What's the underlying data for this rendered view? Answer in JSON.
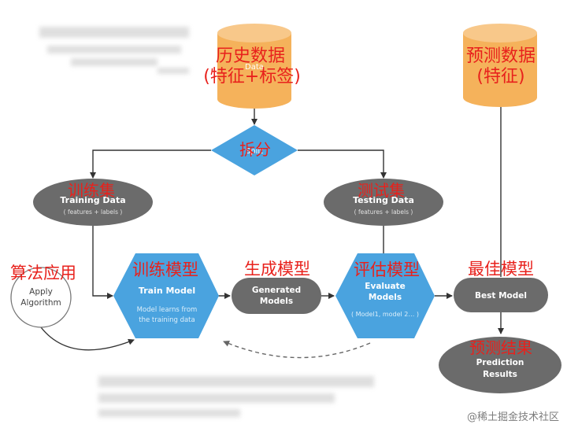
{
  "nodes": {
    "history_data": {
      "label": "Data",
      "annotation_line1": "历史数据",
      "annotation_line2": "(特征+标签)"
    },
    "predict_data": {
      "annotation_line1": "预测数据",
      "annotation_line2": "(特征)"
    },
    "split": {
      "label": "Split",
      "annotation": "拆分"
    },
    "training_data": {
      "title": "Training Data",
      "subtitle": "( features + labels )",
      "annotation": "训练集"
    },
    "testing_data": {
      "title": "Testing Data",
      "subtitle": "( features + labels )",
      "annotation": "测试集"
    },
    "apply_algorithm": {
      "line1": "Apply",
      "line2": "Algorithm",
      "annotation": "算法应用"
    },
    "train_model": {
      "title": "Train Model",
      "desc_line1": "Model learns from",
      "desc_line2": "the training data",
      "annotation": "训练模型"
    },
    "generated_models": {
      "line1": "Generated",
      "line2": "Models",
      "annotation": "生成模型"
    },
    "evaluate_models": {
      "line1": "Evaluate",
      "line2": "Models",
      "desc": "( Model1, model 2… )",
      "annotation": "评估模型"
    },
    "best_model": {
      "label": "Best Model",
      "annotation": "最佳模型"
    },
    "prediction_results": {
      "line1": "Prediction",
      "line2": "Results",
      "annotation": "预测结果"
    }
  },
  "watermark": "@稀土掘金技术社区",
  "colors": {
    "cylinder": "#f5b25b",
    "diamond": "#4aa3df",
    "hexagon": "#4aa3df",
    "gray_node": "#6b6b6b",
    "annotation": "#e8211c",
    "arrow": "#333333"
  }
}
